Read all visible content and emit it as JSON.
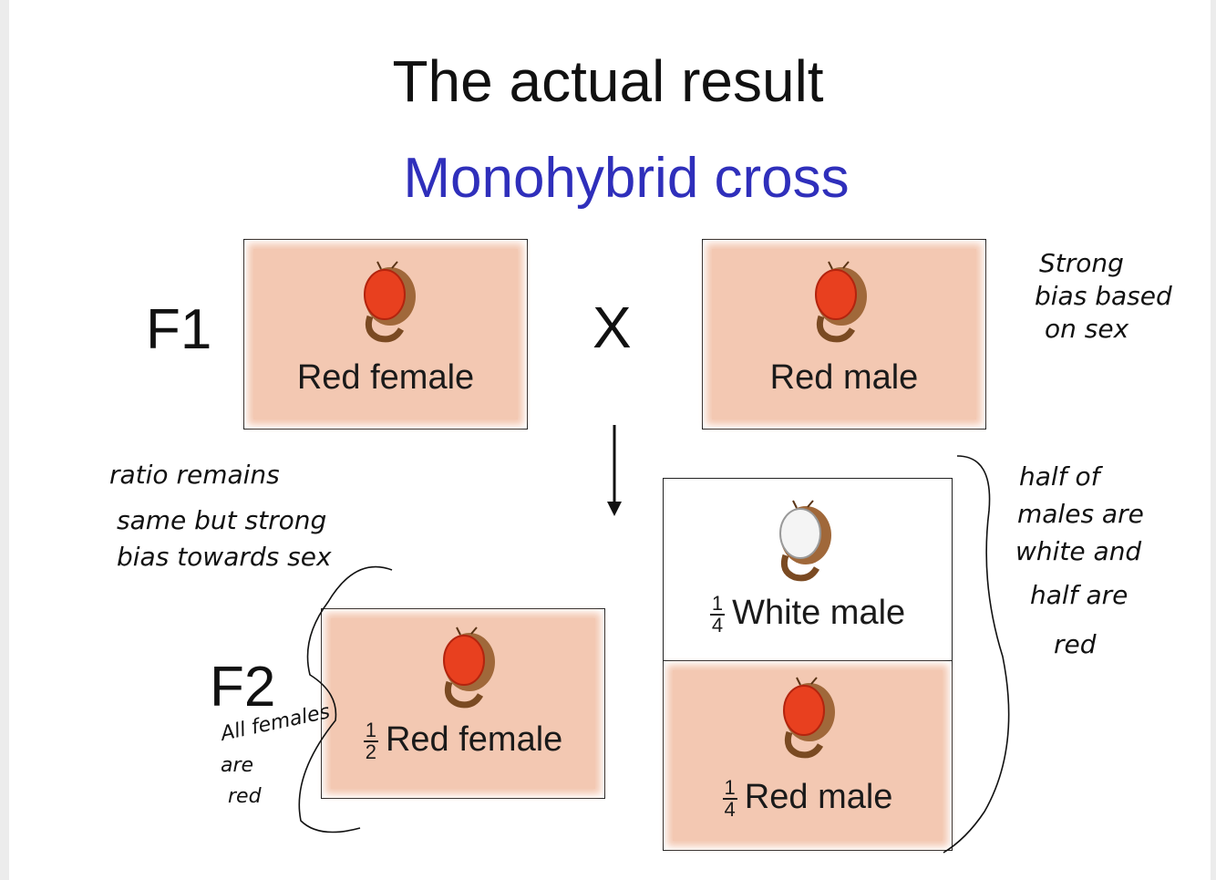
{
  "slide": {
    "title": "The actual result",
    "subtitle": "Monohybrid cross",
    "accent_color": "#2f2fbb",
    "card_color": "#f3c8b2"
  },
  "f1": {
    "label": "F1",
    "cross_symbol": "X",
    "female": {
      "label": "Red female",
      "eye": "red"
    },
    "male": {
      "label": "Red male",
      "eye": "red"
    }
  },
  "f2": {
    "label": "F2",
    "female": {
      "frac_num": "1",
      "frac_den": "2",
      "label": "Red female",
      "eye": "red"
    },
    "white_male": {
      "frac_num": "1",
      "frac_den": "4",
      "label": "White male",
      "eye": "white"
    },
    "red_male": {
      "frac_num": "1",
      "frac_den": "4",
      "label": "Red male",
      "eye": "red"
    }
  },
  "notes": {
    "top_right": [
      "Strong",
      "bias based",
      "on sex"
    ],
    "left": [
      "ratio remains",
      "same but strong",
      "bias towards sex"
    ],
    "right": [
      "half of",
      "males are",
      "white and",
      "half are",
      "red"
    ],
    "f2_female": [
      "All females",
      "are",
      "red"
    ]
  }
}
